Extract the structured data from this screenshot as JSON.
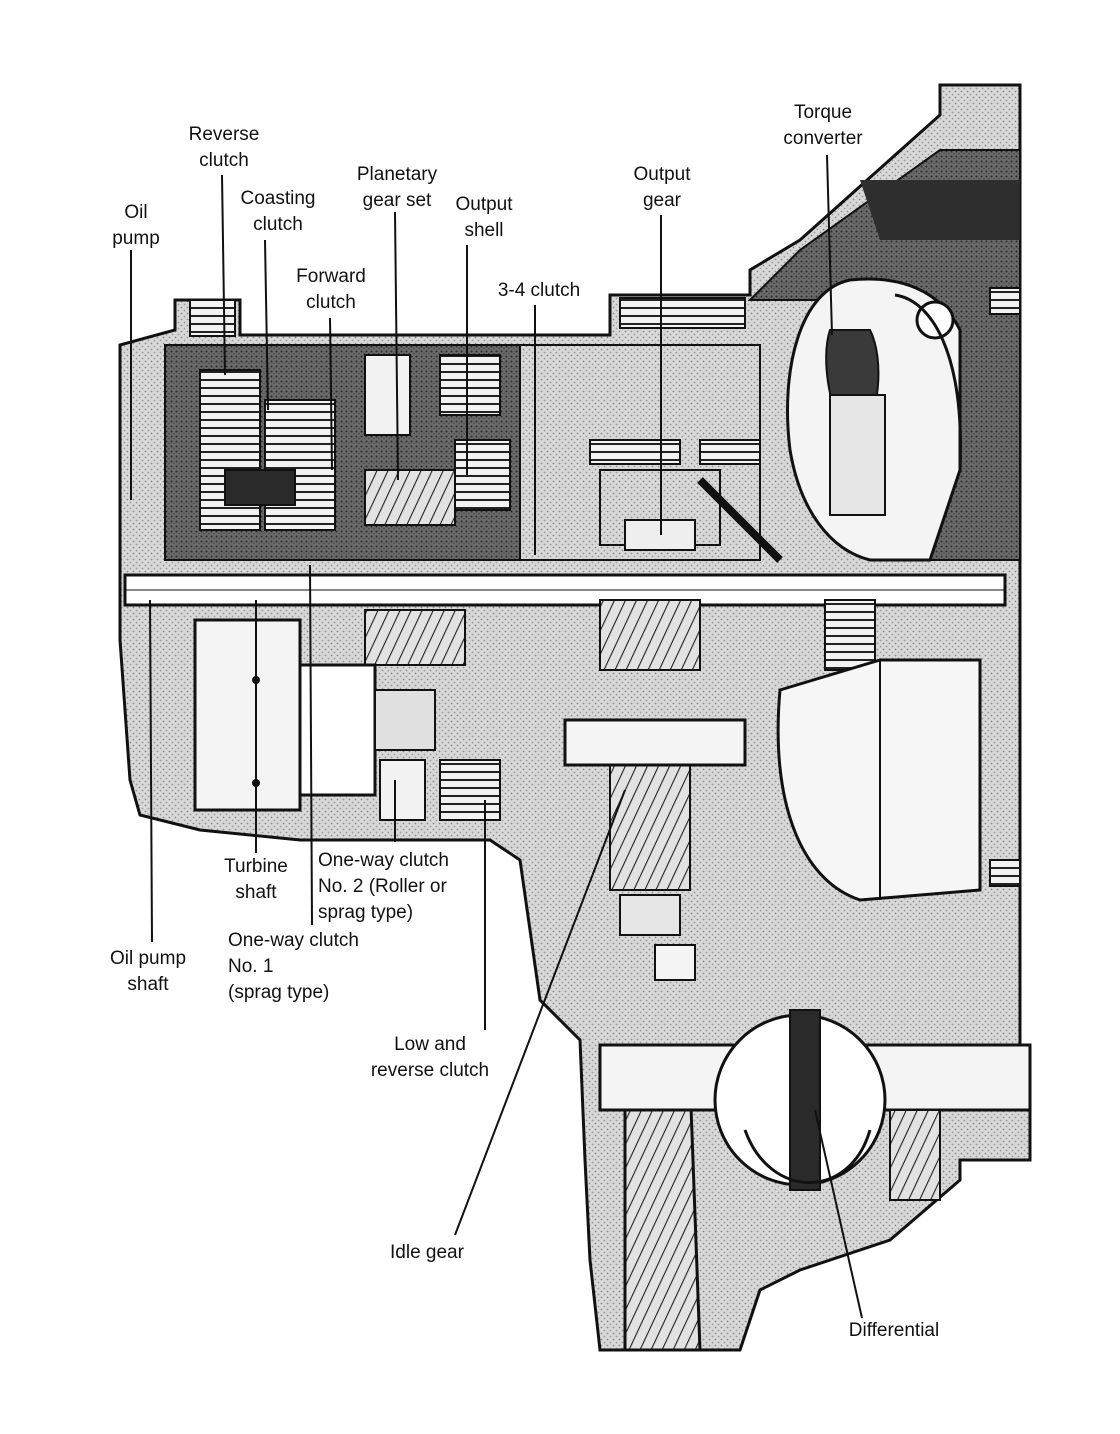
{
  "labels": {
    "reverse_clutch": "Reverse\nclutch",
    "torque_converter": "Torque\nconverter",
    "oil_pump": "Oil\npump",
    "coasting_clutch": "Coasting\nclutch",
    "planetary_gear_set": "Planetary\ngear set",
    "output_shell": "Output\nshell",
    "output_gear": "Output\ngear",
    "forward_clutch": "Forward\nclutch",
    "clutch_3_4": "3-4 clutch",
    "turbine_shaft": "Turbine\nshaft",
    "one_way_clutch_2": "One-way clutch\nNo. 2 (Roller or\nsprag type)",
    "oil_pump_shaft": "Oil pump\nshaft",
    "one_way_clutch_1": "One-way clutch\nNo. 1\n(sprag type)",
    "low_reverse_clutch": "Low and\nreverse clutch",
    "idle_gear": "Idle gear",
    "differential": "Differential"
  },
  "colors": {
    "ink": "#111111",
    "dark_fill": "#3a3a3a",
    "mid_fill": "#9a9a9a",
    "light_fill": "#d2d2d2",
    "paper": "#ffffff"
  }
}
